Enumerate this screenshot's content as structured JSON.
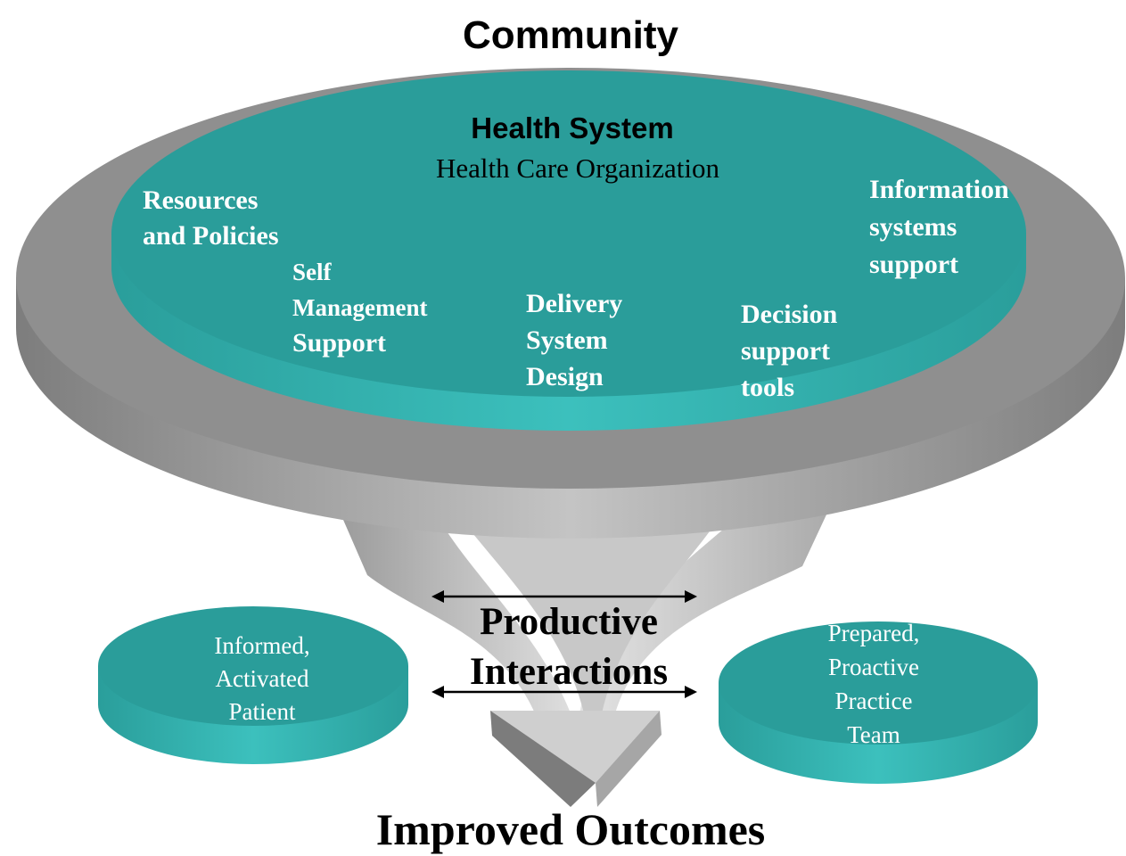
{
  "community": {
    "title": "Community"
  },
  "health_system": {
    "title": "Health System",
    "subtitle": "Health Care Organization"
  },
  "components": {
    "resources_policies": [
      "Resources",
      "and Policies"
    ],
    "self_management": [
      "Self",
      "Management",
      "Support"
    ],
    "delivery_system": [
      "Delivery",
      "System",
      "Design"
    ],
    "decision_support": [
      "Decision",
      "support",
      "tools"
    ],
    "information_systems": [
      "Information",
      "systems",
      "support"
    ]
  },
  "patient": {
    "lines": [
      "Informed,",
      "Activated",
      "Patient"
    ]
  },
  "team": {
    "lines": [
      "Prepared,",
      "Proactive",
      "Practice",
      "Team"
    ]
  },
  "interactions": {
    "lines": [
      "Productive",
      "Interactions"
    ]
  },
  "outcome": {
    "title": "Improved Outcomes"
  },
  "colors": {
    "teal": "#2a9d9a",
    "teal_light": "#3ab7b4",
    "gray": "#8f8f8f",
    "gray_light": "#d4d4d4",
    "gray_dark": "#6f6f6f"
  }
}
